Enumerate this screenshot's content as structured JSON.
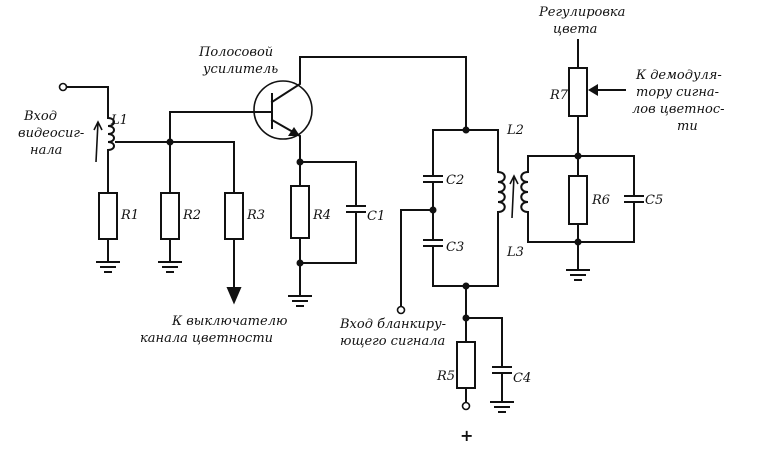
{
  "labels": {
    "video_in": [
      "Вход",
      "видеосиг-",
      "нала"
    ],
    "amplifier": [
      "Полосовой",
      "усилитель"
    ],
    "color_adj": [
      "Регулировка",
      "цвета"
    ],
    "to_demod": [
      "К демодуля-",
      "тору сигна-",
      "лов цветнос-",
      "ти"
    ],
    "to_switch": [
      "К выключателю",
      "канала цветности"
    ],
    "blank_in": [
      "Вход бланкиру-",
      "ющего сигнала"
    ],
    "plus": "+"
  },
  "components": {
    "L1": "L1",
    "L2": "L2",
    "L3": "L3",
    "R1": "R1",
    "R2": "R2",
    "R3": "R3",
    "R4": "R4",
    "R5": "R5",
    "R6": "R6",
    "R7": "R7",
    "C1": "C1",
    "C2": "C2",
    "C3": "C3",
    "C4": "C4",
    "C5": "C5"
  }
}
